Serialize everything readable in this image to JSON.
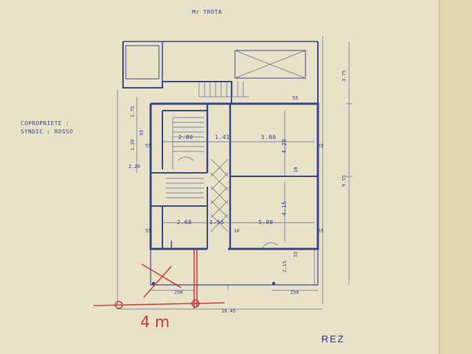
{
  "header": {
    "owner": "Mr TROTA"
  },
  "note": {
    "line1": "COPROPRIETE :",
    "line2": "SYNDIC : ROSSO"
  },
  "level": "REZ",
  "dimensions": {
    "left_175": "1.75",
    "left_95": "95",
    "left_120": "1.20",
    "left_55a": "55",
    "left_220": "2.20",
    "left_55b": "55",
    "room_280": "2.80",
    "room_141": "1.41",
    "room_500a": "5.00",
    "room_420": "4.20",
    "room_10a": "10",
    "room_415": "4.15",
    "room_260": "2.60",
    "room_155": "1.55",
    "room_10b": "10",
    "room_500b": "5.00",
    "right_375": "3.75",
    "right_955": "9.55",
    "right_55a": "55",
    "right_55b": "55",
    "right_55c": "55",
    "right_55d": "55",
    "right_215": "2.15",
    "bottom_250a": "250",
    "bottom_250b": "250",
    "bottom_1045": "10.45"
  },
  "handwritten": {
    "measure": "4 m"
  }
}
